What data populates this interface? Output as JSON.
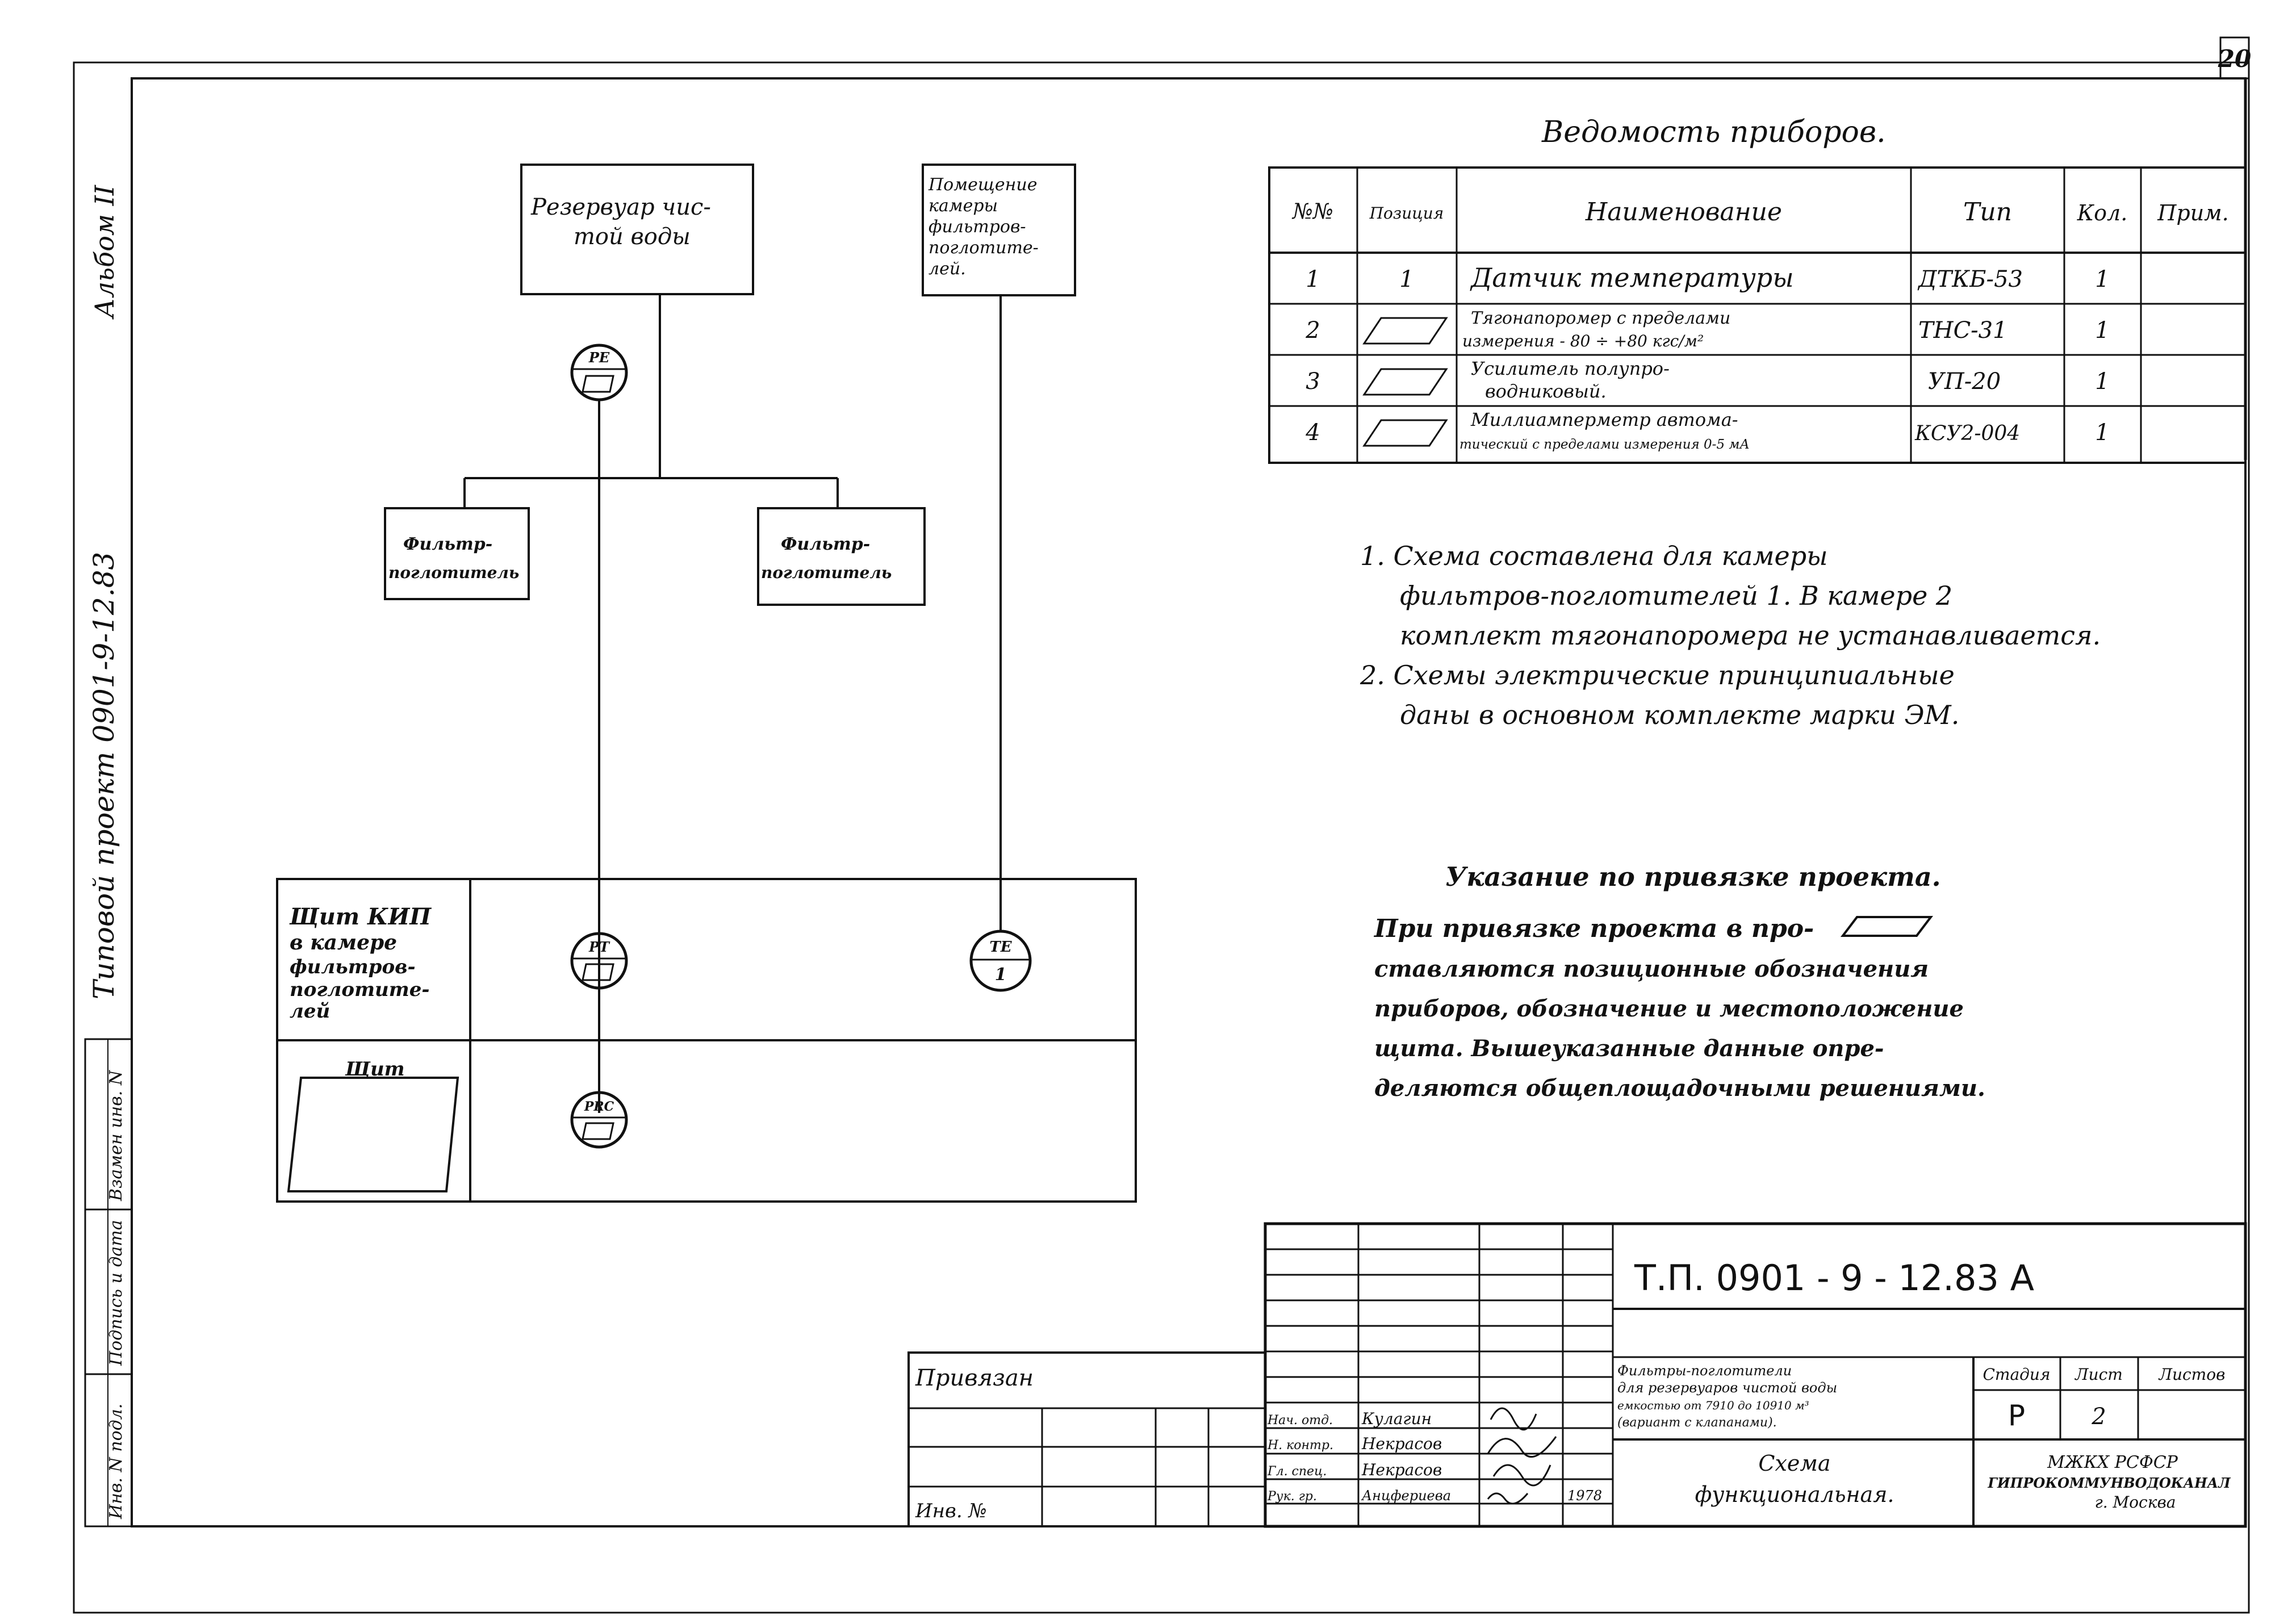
{
  "sheet_number": "20",
  "side_stamp": {
    "album": "Альбом II",
    "project": "Типовой проект 0901-9-12.83",
    "inv_orig": "Инв. N подл.",
    "sign_date": "Подпись и дата",
    "replaces": "Взамен инв. N"
  },
  "diagram": {
    "reservoir": [
      "Резервуар чис-",
      "той воды"
    ],
    "chamber": [
      "Помещение",
      "камеры",
      "фильтров-",
      "поглотите-",
      "лей."
    ],
    "filter_left": [
      "Фильтр-",
      "поглотитель"
    ],
    "filter_right": [
      "Фильтр-",
      "поглотитель"
    ],
    "panel_label": [
      "Щит КИП",
      "в камере",
      "фильтров-",
      "поглотите-",
      "лей"
    ],
    "panel_small": "Щит",
    "instruments": [
      {
        "id": "PE",
        "sub": ""
      },
      {
        "id": "PT",
        "sub": ""
      },
      {
        "id": "PRC",
        "sub": ""
      },
      {
        "id": "TE",
        "sub": "1"
      }
    ]
  },
  "instrument_table": {
    "title": "Ведомость приборов.",
    "headers": [
      "№№",
      "Позиция",
      "Наименование",
      "Тип",
      "Кол.",
      "Прим."
    ],
    "rows": [
      {
        "n": "1",
        "pos": "1",
        "name": [
          "Датчик температуры"
        ],
        "type": "ДТКБ-53",
        "qty": "1",
        "note": ""
      },
      {
        "n": "2",
        "pos": "",
        "name": [
          "Тягонапоромер с пределами",
          "измерения - 80 ÷ +80 кгс/м²"
        ],
        "type": "ТНС-31",
        "qty": "1",
        "note": ""
      },
      {
        "n": "3",
        "pos": "",
        "name": [
          "Усилитель полупро-",
          "водниковый."
        ],
        "type": "УП-20",
        "qty": "1",
        "note": ""
      },
      {
        "n": "4",
        "pos": "",
        "name": [
          "Миллиамперметр автома-",
          "тический с пределами измерения 0-5 мА"
        ],
        "type": "КСУ2-004",
        "qty": "1",
        "note": ""
      }
    ]
  },
  "notes": [
    "1. Схема составлена для камеры",
    "фильтров-поглотителей 1. В камере 2",
    "комплект тягонапоромера не устанавливается.",
    "2. Схемы электрические принципиальные",
    "даны в основном комплекте марки ЭМ."
  ],
  "binding_note": {
    "title": "Указание по привязке проекта.",
    "lines": [
      "При привязке проекта в      про-",
      "ставляются позиционные обозначения",
      "приборов, обозначение и местоположение",
      "щита. Вышеуказанные данные опре-",
      "деляются общеплощадочными решениями."
    ]
  },
  "binding_box": {
    "label": "Привязан",
    "inv": "Инв. №"
  },
  "title_block": {
    "code": "Т.П. 0901 - 9 - 12.83 А",
    "description": [
      "Фильтры-поглотители",
      "для резервуаров чистой воды",
      "емкостью от 7910 до 10910 м³",
      "(вариант с клапанами)."
    ],
    "drawing_name": [
      "Схема",
      "функциональная."
    ],
    "stage_label": "Стадия",
    "sheet_label": "Лист",
    "sheets_label": "Листов",
    "stage": "Р",
    "sheet": "2",
    "sheets": "",
    "org": [
      "МЖКХ РСФСР",
      "ГИПРОКОММУНВОДОКАНАЛ",
      "г. Москва"
    ],
    "staff": [
      {
        "role": "Нач. отд.",
        "name": "Кулагин"
      },
      {
        "role": "Н. контр.",
        "name": "Некрасов"
      },
      {
        "role": "Гл. спец.",
        "name": "Некрасов"
      },
      {
        "role": "Рук. гр.",
        "name": "Анцфериева"
      }
    ],
    "year": "1978"
  }
}
